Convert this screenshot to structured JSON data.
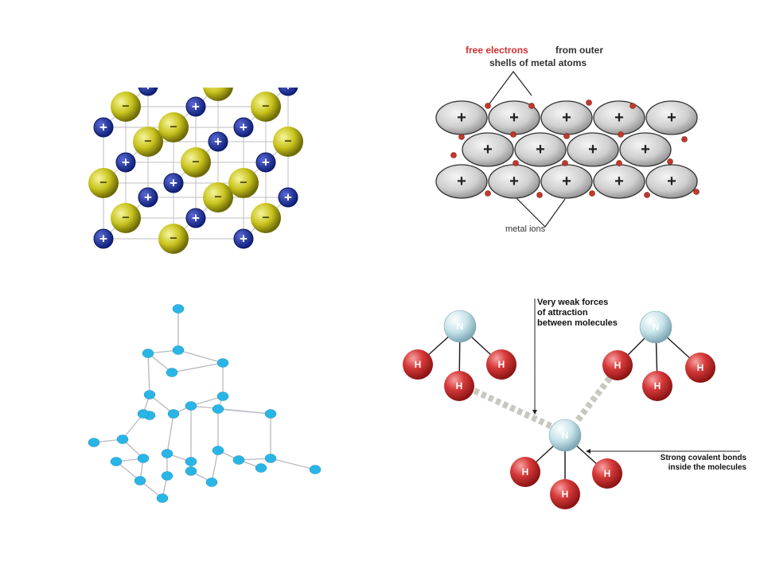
{
  "ionic_lattice": {
    "cation_symbol": "+",
    "anion_symbol": "−",
    "colors": {
      "cation": "#1c2d8f",
      "anion": "#c9c41d",
      "frame": "#bfbfbf"
    }
  },
  "metallic_bonding": {
    "label_top_red": "free electrons",
    "label_top_rest_1": "from outer",
    "label_top_line2": "shells of metal atoms",
    "label_bottom": "metal ions",
    "ion_symbol": "+",
    "colors": {
      "ion": "#cfcfcf",
      "electron": "#c0392b",
      "label_red": "#d32f2f"
    }
  },
  "covalent_network": {
    "colors": {
      "atom": "#29b6e6",
      "bond": "#b8b8c0"
    }
  },
  "molecular_ammonia": {
    "annotation_top": [
      "Very weak forces",
      "of attraction",
      "between molecules"
    ],
    "annotation_right": [
      "Strong covalent bonds",
      "inside the molecules"
    ],
    "atom_N": "N",
    "atom_H": "H",
    "colors": {
      "nitrogen": "#c6e3ea",
      "hydrogen": "#d83a3a",
      "intermolecular": "#c8c8c0"
    }
  }
}
